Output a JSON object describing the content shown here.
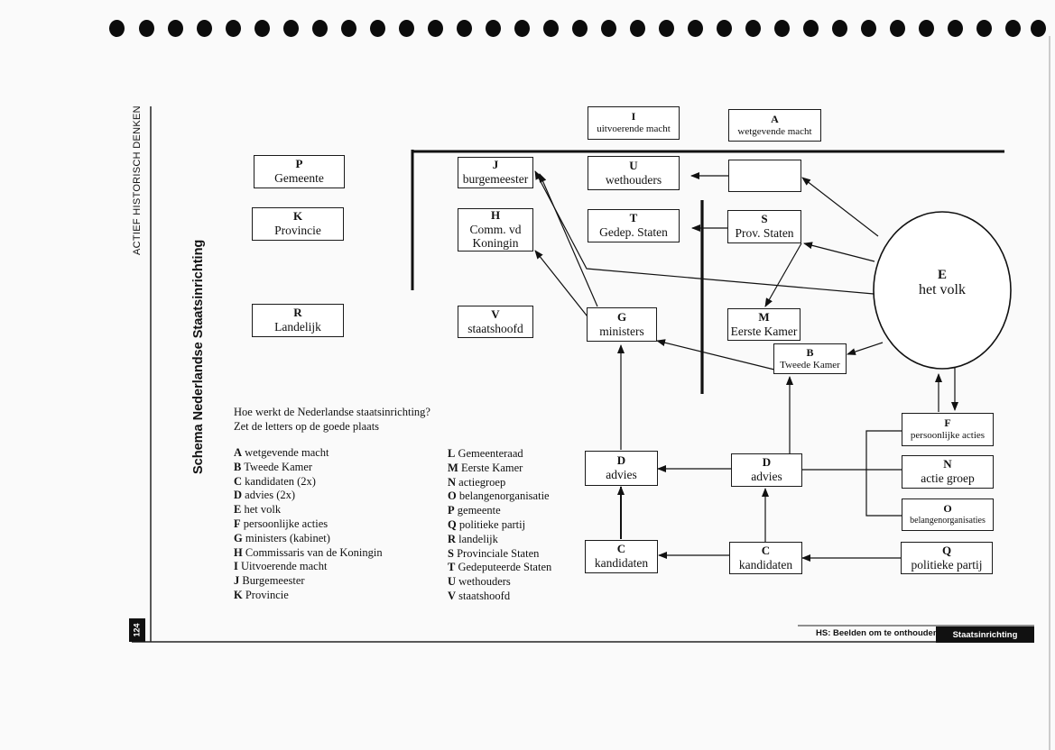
{
  "sidebar": {
    "series_title": "ACTIEF HISTORISCH DENKEN",
    "page_number": "124"
  },
  "schema_title": "Schema Nederlandse Staatsinrichting",
  "boxes": {
    "A": {
      "letter": "A",
      "label": "wetgevende macht"
    },
    "I": {
      "letter": "I",
      "label": "uitvoerende macht"
    },
    "P": {
      "letter": "P",
      "label": "Gemeente"
    },
    "K": {
      "letter": "K",
      "label": "Provincie"
    },
    "R": {
      "letter": "R",
      "label": "Landelijk"
    },
    "J": {
      "letter": "J",
      "label": "burgemeester"
    },
    "H": {
      "letter": "H",
      "label_line1": "Comm. vd",
      "label_line2": "Koningin"
    },
    "V": {
      "letter": "V",
      "label": "staatshoofd"
    },
    "U": {
      "letter": "U",
      "label": "wethouders"
    },
    "T": {
      "letter": "T",
      "label": "Gedep. Staten"
    },
    "S": {
      "letter": "S",
      "label": "Prov. Staten"
    },
    "G": {
      "letter": "G",
      "label": "ministers"
    },
    "M": {
      "letter": "M",
      "label": "Eerste Kamer"
    },
    "B": {
      "letter": "B",
      "label": "Tweede Kamer"
    },
    "E": {
      "letter": "E",
      "label": "het volk"
    },
    "F": {
      "letter": "F",
      "label": "persoonlijke acties"
    },
    "N": {
      "letter": "N",
      "label": "actie groep"
    },
    "O": {
      "letter": "O",
      "label": "belangenorganisaties"
    },
    "D1": {
      "letter": "D",
      "label": "advies"
    },
    "D2": {
      "letter": "D",
      "label": "advies"
    },
    "C1": {
      "letter": "C",
      "label": "kandidaten"
    },
    "C2": {
      "letter": "C",
      "label": "kandidaten"
    },
    "Q": {
      "letter": "Q",
      "label": "politieke partij"
    }
  },
  "question": {
    "line1": "Hoe werkt de Nederlandse staatsinrichting?",
    "line2": "Zet de letters op de goede plaats"
  },
  "legend_left": [
    {
      "letter": "A",
      "text": "wetgevende macht"
    },
    {
      "letter": "B",
      "text": "Tweede Kamer"
    },
    {
      "letter": "C",
      "text": "kandidaten (2x)"
    },
    {
      "letter": "D",
      "text": "advies (2x)"
    },
    {
      "letter": "E",
      "text": "het volk"
    },
    {
      "letter": "F",
      "text": "persoonlijke acties"
    },
    {
      "letter": "G",
      "text": "ministers (kabinet)"
    },
    {
      "letter": "H",
      "text": "Commissaris van de Koningin"
    },
    {
      "letter": "I",
      "text": "Uitvoerende macht"
    },
    {
      "letter": "J",
      "text": "Burgemeester"
    },
    {
      "letter": "K",
      "text": "Provincie"
    }
  ],
  "legend_right": [
    {
      "letter": "L",
      "text": "Gemeenteraad"
    },
    {
      "letter": "M",
      "text": "Eerste Kamer"
    },
    {
      "letter": "N",
      "text": "actiegroep"
    },
    {
      "letter": "O",
      "text": "belangenorganisatie"
    },
    {
      "letter": "P",
      "text": "gemeente"
    },
    {
      "letter": "Q",
      "text": "politieke partij"
    },
    {
      "letter": "R",
      "text": "landelijk"
    },
    {
      "letter": "S",
      "text": "Provinciale Staten"
    },
    {
      "letter": "T",
      "text": "Gedeputeerde Staten"
    },
    {
      "letter": "U",
      "text": "wethouders"
    },
    {
      "letter": "V",
      "text": "staatshoofd"
    }
  ],
  "footer": {
    "chapter": "HS: Beelden om te onthouden",
    "section": "Staatsinrichting"
  }
}
